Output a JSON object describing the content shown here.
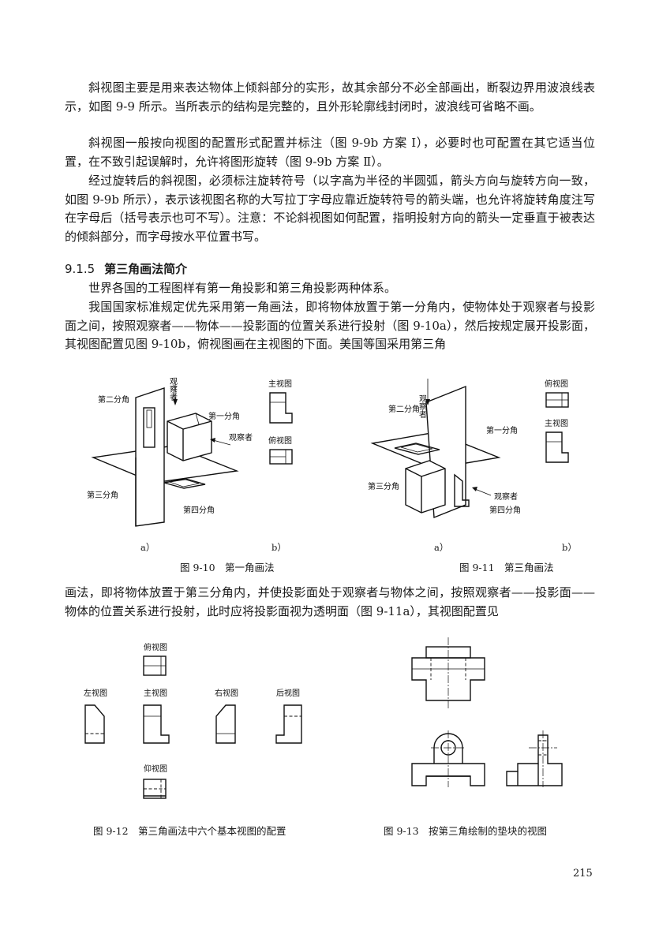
{
  "paragraphs": [
    "斜视图主要是用来表达物体上倾斜部分的实形，故其余部分不必全部画出，断裂边界用波浪线表示，如图 9-9 所示。当所表示的结构是完整的，且外形轮廓线封闭时，波浪线可省略不画。",
    "斜视图一般按向视图的配置形式配置并标注（图 9-9b 方案 Ⅰ），必要时也可配置在其它适当位置，在不致引起误解时，允许将图形旋转（图 9-9b 方案 Ⅱ）。",
    "经过旋转后的斜视图，必须标注旋转符号（以字高为半径的半圆弧，箭头方向与旋转方向一致，如图 9-9b 所示），表示该视图名称的大写拉丁字母应靠近旋转符号的箭头端，也允许将旋转角度注写在字母后（括号表示也可不写）。注意：不论斜视图如何配置，指明投射方向的箭头一定垂直于被表达的倾斜部分，而字母按水平位置书写。"
  ],
  "section": {
    "number": "9.1.5",
    "title": "第三角画法简介"
  },
  "paragraphs2": [
    "世界各国的工程图样有第一角投影和第三角投影两种体系。",
    "我国国家标准规定优先采用第一角画法，即将物体放置于第一分角内，使物体处于观察者与投影面之间，按照观察者——物体——投影面的位置关系进行投射（图 9-10a），然后按规定展开投影面，其视图配置见图 9-10b，俯视图画在主视图的下面。美国等国采用第三角"
  ],
  "paragraph3": "画法，即将物体放置于第三分角内，并使投影面处于观察者与物体之间，按照观察者——投影面——物体的位置关系进行投射，此时应将投影面视为透明面（图 9-11a），其视图配置见",
  "fig910": {
    "labels": {
      "q2": "第二分角",
      "q1": "第一分角",
      "q3": "第三分角",
      "q4": "第四分角",
      "observer_top": "观察者",
      "observer_side": "观察者",
      "front_view": "主视图",
      "top_view": "俯视图"
    },
    "sub_a": "a）",
    "sub_b": "b）",
    "caption": "图 9-10　第一角画法"
  },
  "fig911": {
    "labels": {
      "q2": "第二分角",
      "q1": "第一分角",
      "q3": "第三分角",
      "q4": "第四分角",
      "observer_top": "观察者",
      "observer_side": "观察者",
      "top_view": "俯视图",
      "front_view": "主视图"
    },
    "sub_a": "a）",
    "sub_b": "b）",
    "caption": "图 9-11　第三角画法"
  },
  "fig912": {
    "labels": {
      "top": "俯视图",
      "left": "左视图",
      "front": "主视图",
      "right": "右视图",
      "rear": "后视图",
      "bottom": "仰视图"
    },
    "caption": "图 9-12　第三角画法中六个基本视图的配置"
  },
  "fig913": {
    "caption": "图 9-13　按第三角绘制的垫块的视图"
  },
  "page_number": "215"
}
